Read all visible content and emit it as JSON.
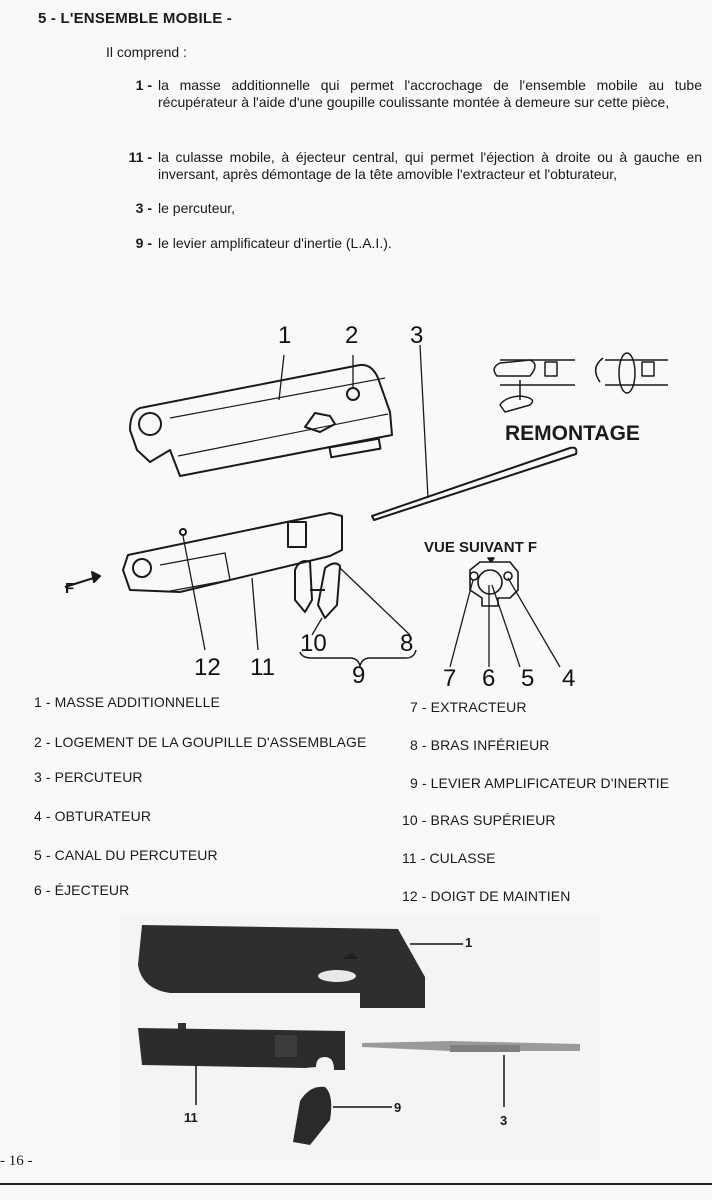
{
  "section": {
    "title": "5 - L'ENSEMBLE MOBILE -",
    "intro": "Il comprend :"
  },
  "items": [
    {
      "num": "1 -",
      "text": "la masse additionnelle qui permet l'accrochage de l'ensemble mobile au tube récupérateur à l'aide d'une goupille coulissante montée à demeure sur cette pièce,"
    },
    {
      "num": "11 -",
      "text": "la culasse mobile, à éjecteur central, qui permet l'éjection à droite ou à gauche en inversant, après démontage de la tête amovible l'extracteur et l'obturateur,"
    },
    {
      "num": "3 -",
      "text": "le percuteur,"
    },
    {
      "num": "9 -",
      "text": "le levier amplificateur d'inertie (L.A.I.)."
    }
  ],
  "diagram": {
    "remontage_title": "REMONTAGE",
    "vue_title": "VUE SUIVANT F",
    "arrow_label": "F",
    "callouts": [
      "1",
      "2",
      "3",
      "12",
      "11",
      "10",
      "8",
      "9",
      "7",
      "6",
      "5",
      "4"
    ]
  },
  "legend": {
    "left": [
      "1 - MASSE ADDITIONNELLE",
      "2 - LOGEMENT DE LA GOUPILLE D'ASSEMBLAGE",
      "3 - PERCUTEUR",
      "4 - OBTURATEUR",
      "5 - CANAL DU PERCUTEUR",
      "6 - ÉJECTEUR"
    ],
    "right": [
      "7 - EXTRACTEUR",
      "8 - BRAS INFÉRIEUR",
      "9 - LEVIER AMPLIFICATEUR D'INERTIE",
      "10 - BRAS SUPÉRIEUR",
      "11 - CULASSE",
      "12 - DOIGT DE MAINTIEN"
    ]
  },
  "photo": {
    "labels": [
      "1",
      "11",
      "9",
      "3"
    ]
  },
  "footer": {
    "page_number": "- 16 -"
  }
}
